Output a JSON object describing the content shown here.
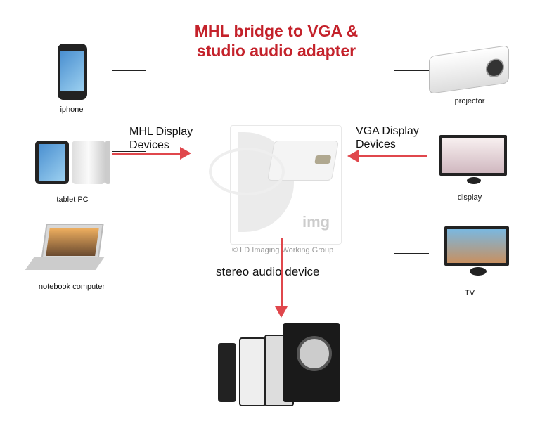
{
  "title": {
    "line1": "MHL bridge to VGA &",
    "line2": "studio audio adapter"
  },
  "left": {
    "group_label_1": "MHL Display",
    "group_label_2": "Devices",
    "devices": [
      {
        "label": "iphone"
      },
      {
        "label": "tablet PC"
      },
      {
        "label": "notebook computer"
      }
    ]
  },
  "right": {
    "group_label_1": "VGA Display",
    "group_label_2": "Devices",
    "devices": [
      {
        "label": "projector"
      },
      {
        "label": "display"
      },
      {
        "label": "TV"
      }
    ]
  },
  "center": {
    "watermark_logo": "img",
    "watermark_credit": "© LD Imaging Working Group"
  },
  "bottom": {
    "label": "stereo audio device"
  },
  "colors": {
    "title": "#c4222b",
    "arrow": "#e0474c"
  }
}
